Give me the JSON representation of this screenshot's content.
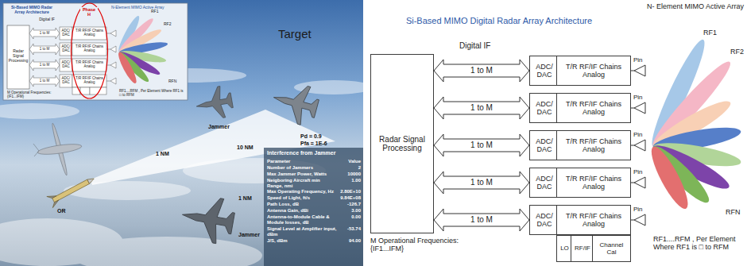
{
  "diagram": {
    "title": "Si-Based MIMO Digital Radar Array Architecture",
    "nodes": [
      {
        "text": [
          "Radar Signal Processing"
        ]
      },
      {
        "text": [
          "ADC/ DAC"
        ]
      },
      {
        "text": [
          "T/R RF/IF Chains Analog"
        ]
      },
      {
        "text": [
          "ADC/ DAC"
        ]
      },
      {
        "text": [
          "T/R RF/IF Chains Analog"
        ]
      },
      {
        "text": [
          "ADC/ DAC"
        ]
      },
      {
        "text": [
          "T/R RF/IF Chains Analog"
        ]
      },
      {
        "text": [
          "ADC/ DAC"
        ]
      },
      {
        "text": [
          "T/R RF/IF Chains Analog"
        ]
      },
      {
        "text": [
          "ADC/ DAC"
        ]
      },
      {
        "text": [
          "T/R RF/IF Chains Analog"
        ]
      },
      {
        "text": [
          "LO"
        ]
      },
      {
        "text": [
          "RF/IF"
        ]
      },
      {
        "text": [
          "Channel Cal"
        ]
      }
    ],
    "edges": [
      {
        "from": 0,
        "to": 1,
        "arrow": "both",
        "label": "1 to M"
      },
      {
        "from": 0,
        "to": 3,
        "arrow": "both",
        "label": "1 to M"
      },
      {
        "from": 0,
        "to": 5,
        "arrow": "both",
        "label": "1 to M"
      },
      {
        "from": 0,
        "to": 7,
        "arrow": "both",
        "label": "1 to M"
      },
      {
        "from": 0,
        "to": 9,
        "arrow": "both",
        "label": "1 to M"
      }
    ],
    "labels": [
      "Si-Based MIMO Radar Array Architecture",
      "Digital IF",
      "Phase H",
      "N-Element MIMO Active Array",
      "Radar Signal Processing",
      "1 to M",
      "1 to M",
      "1 to M",
      "1 to M",
      "ADC/ DAC",
      "ADC/ DAC",
      "ADC/ DAC",
      "ADC/ DAC",
      "T/R RF/IF Chains Analog",
      "T/R RF/IF Chains Analog",
      "T/R RF/IF Chains Analog",
      "T/R RF/IF Chains Analog",
      "RF1",
      "RF2",
      "RFN",
      "M Operational Frequencies: {IF1...IFM}",
      "RF1....RFM , Per Element Where RF1 is □ to RFM",
      "Target",
      "Pd = 0.9",
      "Pfa = 1E-6",
      "Jammer",
      "10 NM",
      "1 NM",
      "OR",
      "1 NM",
      "Jammer",
      "Interference from Jammer",
      "Parameter",
      "Value",
      "Number of Jammers",
      "2",
      "Max Jammer Power, Watts",
      "10000",
      "Neigboring Aircraft min Range, nmi",
      "1.00",
      "Max Operating Frequency, Hz",
      "2.80E+10",
      "Speed of Light, ft/s",
      "9.84E+08",
      "Path Loss, dB",
      "-126.7",
      "Antenna Gain, dBi",
      "3.00",
      "Antenna-to-Module Cable & Module losses, dB",
      "0.00",
      "Signal Level at Amplifier input, dBm",
      "-53.74",
      "J/S, dBm",
      "94.00",
      "Digital IF",
      "Pin",
      "Pin",
      "Pin",
      "Pin",
      "Pin",
      "N- Element MIMO Active Array",
      "RF1",
      "RF2",
      "RFN",
      "M Operational Frequencies: {IF1...IFM}",
      "RF1....RFM , Per Element Where RF1 is □ to RFM"
    ]
  }
}
